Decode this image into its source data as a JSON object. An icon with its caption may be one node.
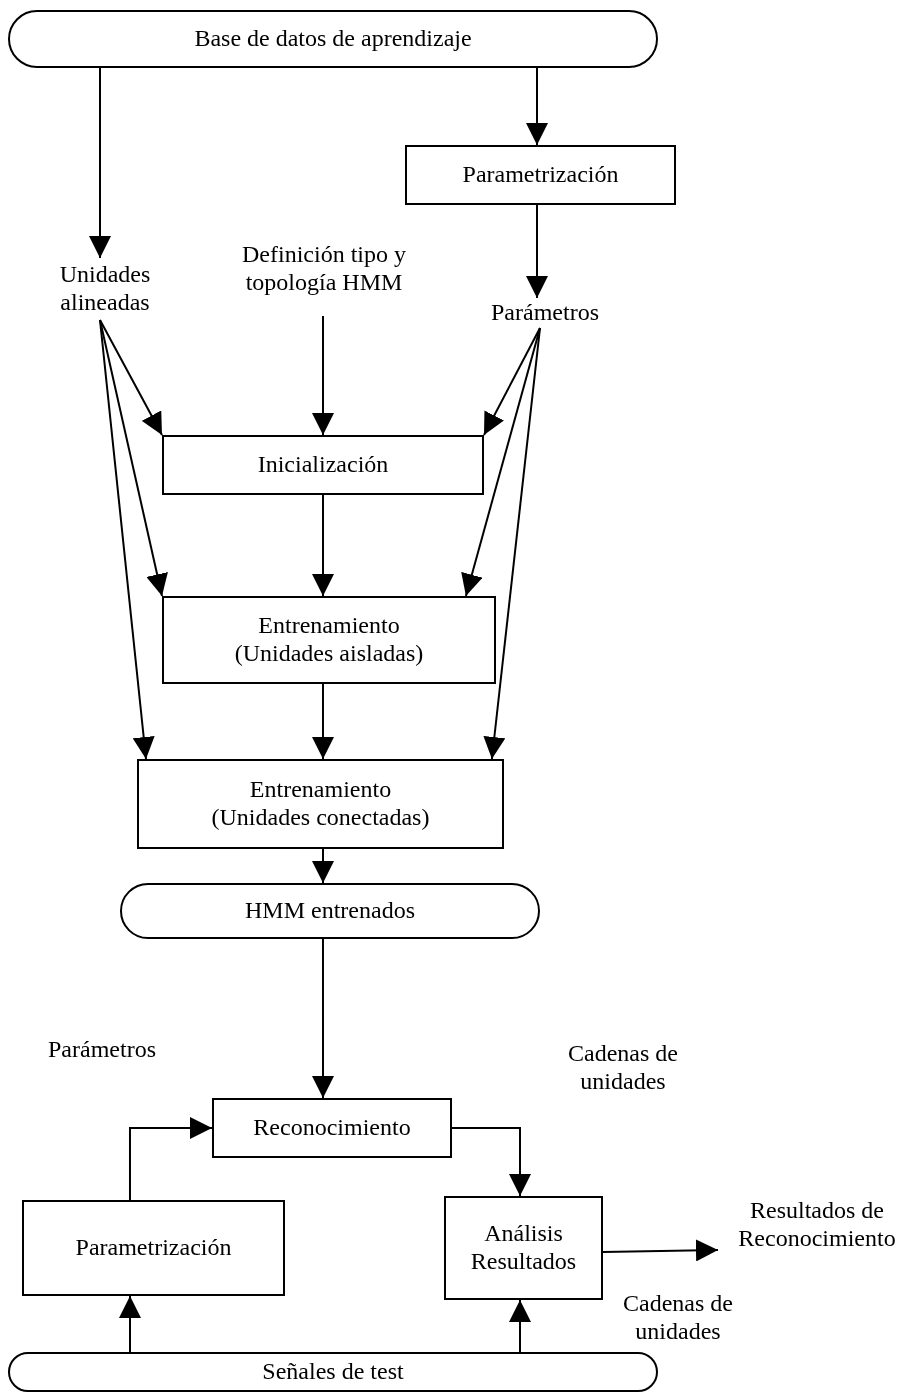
{
  "diagram": {
    "nodes": [
      {
        "text": [
          "Base de datos de aprendizaje"
        ]
      },
      {
        "text": [
          "Parametrización"
        ]
      },
      {
        "text": [
          "Unidades alineadas"
        ]
      },
      {
        "text": [
          "Definición tipo y topología HMM"
        ]
      },
      {
        "text": [
          "Parámetros"
        ]
      },
      {
        "text": [
          "Inicialización"
        ]
      },
      {
        "text": [
          "Entrenamiento (Unidades aisladas)"
        ]
      },
      {
        "text": [
          "Entrenamiento (Unidades conectadas)"
        ]
      },
      {
        "text": [
          "HMM entrenados"
        ]
      },
      {
        "text": [
          "Reconocimiento"
        ]
      },
      {
        "text": [
          "Parametrización"
        ]
      },
      {
        "text": [
          "Análisis Resultados"
        ]
      },
      {
        "text": [
          "Resultados de Reconocimiento"
        ]
      },
      {
        "text": [
          "Señales de test"
        ]
      }
    ],
    "edges": [
      {
        "from": 0,
        "to": 2,
        "arrow": "to"
      },
      {
        "from": 0,
        "to": 1,
        "arrow": "to"
      },
      {
        "from": 1,
        "to": 4,
        "arrow": "to"
      },
      {
        "from": 3,
        "to": 5,
        "arrow": "to"
      },
      {
        "from": 2,
        "to": 5,
        "arrow": "to"
      },
      {
        "from": 2,
        "to": 6,
        "arrow": "to"
      },
      {
        "from": 2,
        "to": 7,
        "arrow": "to"
      },
      {
        "from": 4,
        "to": 5,
        "arrow": "to"
      },
      {
        "from": 4,
        "to": 6,
        "arrow": "to"
      },
      {
        "from": 4,
        "to": 7,
        "arrow": "to"
      },
      {
        "from": 5,
        "to": 6,
        "arrow": "to"
      },
      {
        "from": 6,
        "to": 7,
        "arrow": "to"
      },
      {
        "from": 7,
        "to": 8,
        "arrow": "to"
      },
      {
        "from": 8,
        "to": 9,
        "arrow": "to"
      },
      {
        "from": 10,
        "to": 9,
        "arrow": "to",
        "label": "Parámetros"
      },
      {
        "from": 9,
        "to": 11,
        "arrow": "to",
        "label": "Cadenas de unidades"
      },
      {
        "from": 11,
        "to": 12,
        "arrow": "to"
      },
      {
        "from": 13,
        "to": 10,
        "arrow": "to"
      },
      {
        "from": 13,
        "to": 11,
        "arrow": "to",
        "label": "Cadenas de unidades"
      }
    ]
  }
}
